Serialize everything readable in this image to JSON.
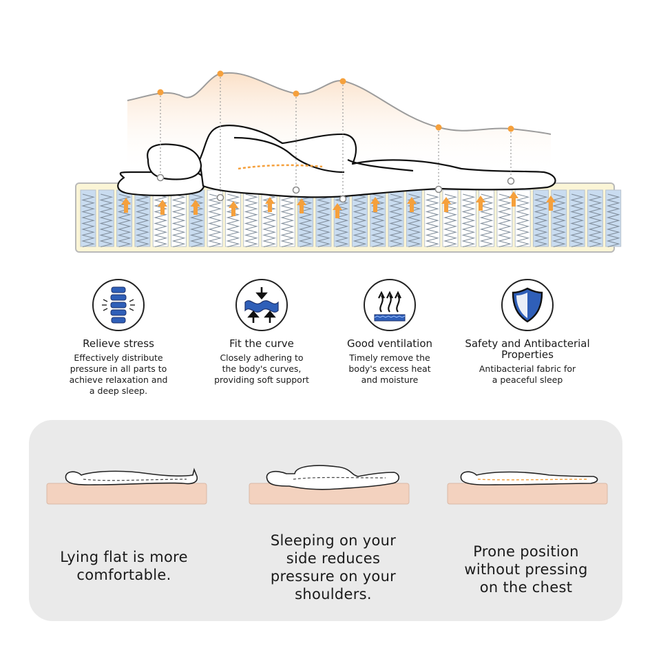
{
  "features": [
    {
      "icon": "spine-icon",
      "title": "Relieve stress",
      "lines": [
        "Effectively distribute",
        "pressure in all parts to",
        "achieve relaxation and",
        "a deep sleep."
      ]
    },
    {
      "icon": "curve-support-icon",
      "title": "Fit the curve",
      "lines": [
        "Closely adhering to",
        "the body's curves,",
        "providing soft support"
      ]
    },
    {
      "icon": "ventilation-icon",
      "title": "Good ventilation",
      "lines": [
        "Timely remove the",
        "body's excess heat",
        "and moisture"
      ]
    },
    {
      "icon": "shield-icon",
      "title_lines": [
        "Safety and Antibacterial",
        "Properties"
      ],
      "lines": [
        "Antibacterial fabric for",
        "a peaceful sleep"
      ]
    }
  ],
  "positions": [
    {
      "lines": [
        "Lying flat is more",
        "comfortable."
      ]
    },
    {
      "lines": [
        "Sleeping on your",
        "side reduces",
        "pressure on your",
        "shoulders."
      ]
    },
    {
      "lines": [
        "Prone position",
        "without pressing",
        "on the chest"
      ]
    }
  ],
  "colors": {
    "accent_orange": "#f5a03c",
    "spring_blue": "#c9dcf0",
    "mattress_cream": "#fbf5d6",
    "pad_peach": "#f3d2bf",
    "panel_gray": "#eaeaea",
    "icon_blue": "#2f5fb8"
  }
}
